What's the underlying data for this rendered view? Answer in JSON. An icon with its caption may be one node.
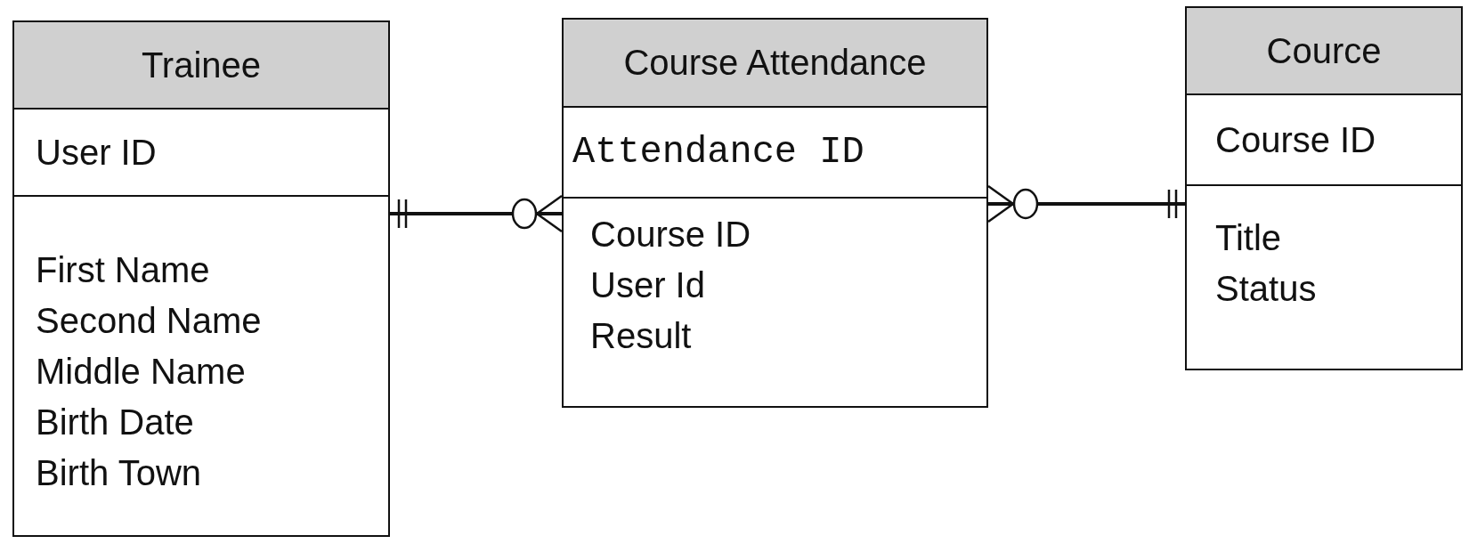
{
  "diagram": {
    "nodes": [
      {
        "text": [
          "Trainee",
          "User ID",
          "First Name",
          "Second Name",
          "Middle Name",
          "Birth Date",
          "Birth Town"
        ]
      },
      {
        "text": [
          "Course Attendance",
          "Attendance ID",
          "Course ID",
          "User Id",
          "Result"
        ]
      },
      {
        "text": [
          "Cource",
          "Course ID",
          "Title",
          "Status"
        ]
      }
    ],
    "edges": [
      {
        "from": 0,
        "to": 1,
        "arrow": "other"
      },
      {
        "from": 2,
        "to": 1,
        "arrow": "other"
      }
    ]
  }
}
